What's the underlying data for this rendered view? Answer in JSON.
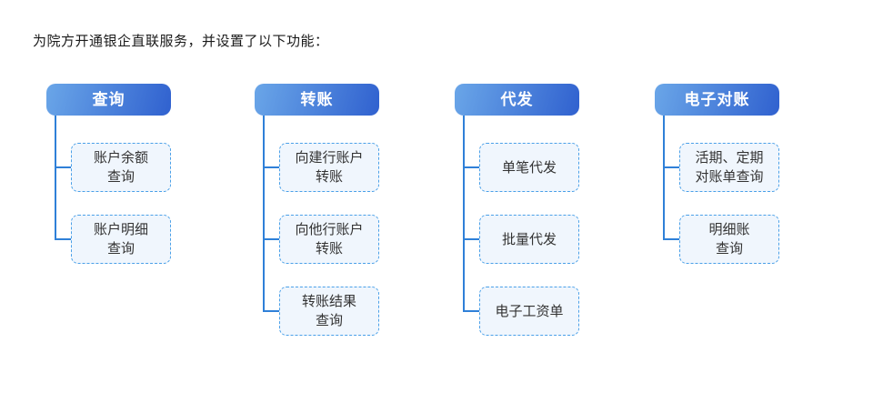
{
  "page_title": "为院方开通银企直联服务，并设置了以下功能：",
  "colors": {
    "header_grad_start": "#6aa6e8",
    "header_grad_end": "#3061cf",
    "connector": "#2f80d8",
    "leaf_border": "#4aa0e8",
    "leaf_bg": "#f0f6fd",
    "leaf_text": "#333333",
    "header_text": "#ffffff",
    "title_text": "#1a1a1a"
  },
  "columns": [
    {
      "id": "query",
      "header": "查询",
      "children": [
        {
          "lines": [
            "账户余额",
            "查询"
          ]
        },
        {
          "lines": [
            "账户明细",
            "查询"
          ]
        }
      ]
    },
    {
      "id": "transfer",
      "header": "转账",
      "children": [
        {
          "lines": [
            "向建行账户",
            "转账"
          ]
        },
        {
          "lines": [
            "向他行账户",
            "转账"
          ]
        },
        {
          "lines": [
            "转账结果",
            "查询"
          ]
        }
      ]
    },
    {
      "id": "agency-pay",
      "header": "代发",
      "children": [
        {
          "lines": [
            "单笔代发"
          ]
        },
        {
          "lines": [
            "批量代发"
          ]
        },
        {
          "lines": [
            "电子工资单"
          ]
        }
      ]
    },
    {
      "id": "e-reconciliation",
      "header": "电子对账",
      "children": [
        {
          "lines": [
            "活期、定期",
            "对账单查询"
          ]
        },
        {
          "lines": [
            "明细账",
            "查询"
          ]
        }
      ]
    }
  ]
}
